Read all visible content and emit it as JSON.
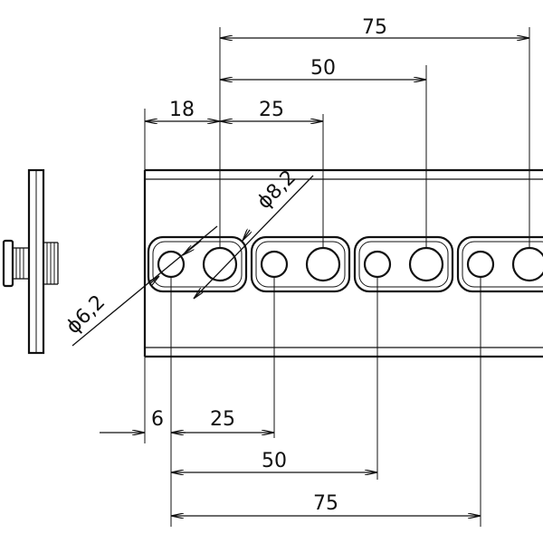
{
  "dimensions": {
    "top_75": "75",
    "top_50": "50",
    "top_18": "18",
    "top_25": "25",
    "dia_large": "ϕ8,2",
    "dia_small": "ϕ6,2",
    "bottom_6": "6",
    "bottom_25": "25",
    "bottom_50": "50",
    "bottom_75": "75"
  }
}
